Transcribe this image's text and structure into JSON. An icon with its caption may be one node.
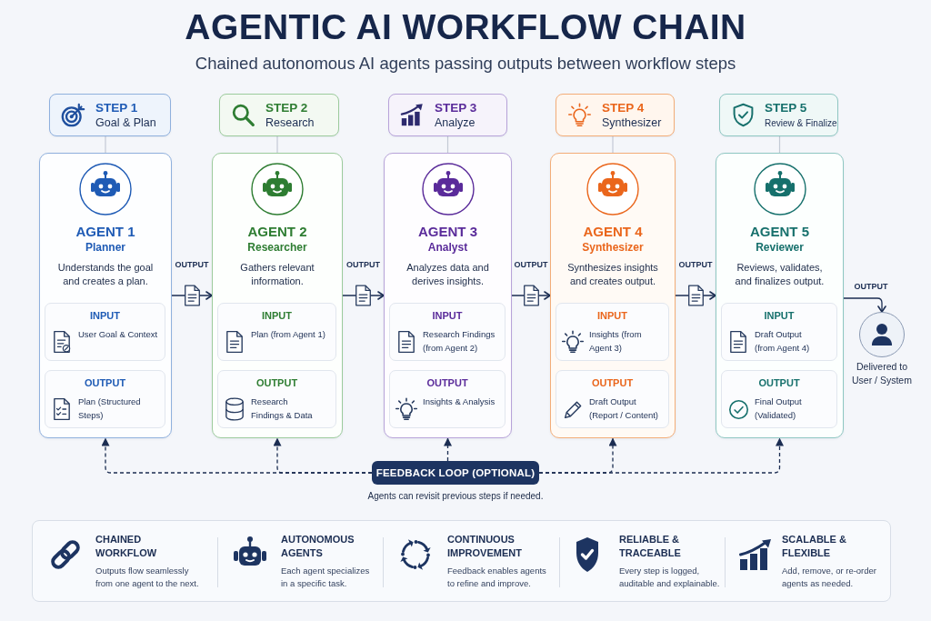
{
  "diagram": {
    "title": "AGENTIC AI WORKFLOW CHAIN",
    "nodes": [
      {
        "text": [
          "STEP 1",
          "Goal & Plan"
        ]
      },
      {
        "text": [
          "AGENT 1",
          "Planner",
          "Understands the goal and creates a plan."
        ]
      },
      {
        "text": [
          "INPUT",
          "User Goal & Context"
        ],
        "in": 1
      },
      {
        "text": [
          "OUTPUT",
          "Plan (Structured Steps)"
        ],
        "in": 1
      },
      {
        "text": [
          "STEP 2",
          "Research"
        ]
      },
      {
        "text": [
          "AGENT 2",
          "Researcher",
          "Gathers relevant information."
        ]
      },
      {
        "text": [
          "INPUT",
          "Plan (from Agent 1)"
        ],
        "in": 5
      },
      {
        "text": [
          "OUTPUT",
          "Research Findings & Data"
        ],
        "in": 5
      },
      {
        "text": [
          "STEP 3",
          "Analyze"
        ]
      },
      {
        "text": [
          "AGENT 3",
          "Analyst",
          "Analyzes data and derives insights."
        ]
      },
      {
        "text": [
          "INPUT",
          "Research Findings (from Agent 2)"
        ],
        "in": 9
      },
      {
        "text": [
          "OUTPUT",
          "Insights & Analysis"
        ],
        "in": 9
      },
      {
        "text": [
          "STEP 4",
          "Synthesizer"
        ]
      },
      {
        "text": [
          "AGENT 4",
          "Synthesizer",
          "Synthesizes insights and creates output."
        ]
      },
      {
        "text": [
          "INPUT",
          "Insights (from Agent 3)"
        ],
        "in": 13
      },
      {
        "text": [
          "OUTPUT",
          "Draft Output (Report / Content)"
        ],
        "in": 13
      },
      {
        "text": [
          "STEP 5",
          "Review & Finalize"
        ]
      },
      {
        "text": [
          "AGENT 5",
          "Reviewer",
          "Reviews, validates, and finalizes output."
        ]
      },
      {
        "text": [
          "INPUT",
          "Draft Output (from Agent 4)"
        ],
        "in": 17
      },
      {
        "text": [
          "OUTPUT",
          "Final Output (Validated)"
        ],
        "in": 17
      },
      {
        "text": [],
        "shape": "person",
        "beside": [
          "Delivered to User / System"
        ]
      },
      {
        "text": [
          "FEEDBACK LOOP (OPTIONAL)"
        ],
        "beside": [
          "Agents can revisit previous steps if needed."
        ]
      },
      {
        "text": [
          "CHAINED WORKFLOW",
          "Outputs flow seamlessly from one agent to the next.",
          "AUTONOMOUS AGENTS",
          "Each agent specializes in a specific task.",
          "CONTINUOUS IMPROVEMENT",
          "Feedback enables agents to refine and improve.",
          "RELIABLE & TRACEABLE",
          "Every step is logged, auditable and explainable.",
          "SCALABLE & FLEXIBLE",
          "Add, remove, or re-order agents as needed."
        ]
      }
    ],
    "edges": [
      {
        "from": 0,
        "to": 1,
        "arrow": "none",
        "color": "#c3cad5"
      },
      {
        "from": 4,
        "to": 5,
        "arrow": "none",
        "color": "#c3cad5"
      },
      {
        "from": 8,
        "to": 9,
        "arrow": "none",
        "color": "#c3cad5"
      },
      {
        "from": 12,
        "to": 13,
        "arrow": "none",
        "color": "#c3cad5"
      },
      {
        "from": 16,
        "to": 17,
        "arrow": "none",
        "color": "#c3cad5"
      },
      {
        "from": 1,
        "to": 5,
        "arrow": "to",
        "label": "OUTPUT"
      },
      {
        "from": 5,
        "to": 9,
        "arrow": "to",
        "label": "OUTPUT"
      },
      {
        "from": 9,
        "to": 13,
        "arrow": "to",
        "label": "OUTPUT"
      },
      {
        "from": 13,
        "to": 17,
        "arrow": "to",
        "label": "OUTPUT"
      },
      {
        "from": 17,
        "to": 20,
        "arrow": "to",
        "label": "OUTPUT"
      },
      {
        "from": 21,
        "to": 1,
        "arrow": "to",
        "style": "dashed"
      },
      {
        "from": 21,
        "to": 5,
        "arrow": "to",
        "style": "dashed"
      },
      {
        "from": 21,
        "to": 9,
        "arrow": "to",
        "style": "dashed"
      },
      {
        "from": 21,
        "to": 13,
        "arrow": "to",
        "style": "dashed"
      },
      {
        "from": 21,
        "to": 17,
        "arrow": "to",
        "style": "dashed"
      }
    ],
    "labels": [
      "Chained autonomous AI agents passing outputs between workflow steps"
    ]
  }
}
